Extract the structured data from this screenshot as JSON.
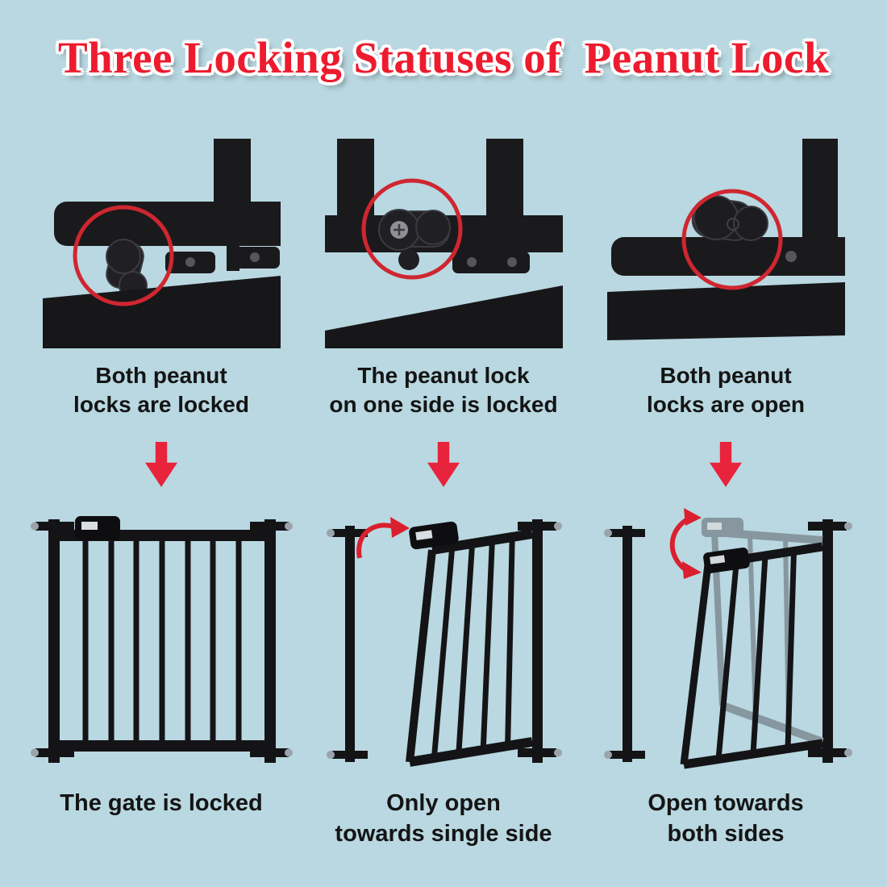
{
  "page": {
    "title": "Three Locking Statuses of  Peanut Lock",
    "background_color": "#b9d8e1",
    "title_color": "#ed1b2e",
    "arrow_color": "#e8233c",
    "highlight_circle_color": "#cf2630"
  },
  "columns": [
    {
      "id": "both-locked",
      "closeup_caption": [
        "Both peanut",
        "locks are locked"
      ],
      "gate_caption": [
        "The gate is locked",
        ""
      ]
    },
    {
      "id": "one-side-locked",
      "closeup_caption": [
        "The peanut lock",
        "on one side is locked"
      ],
      "gate_caption": [
        "Only open",
        "towards single side"
      ]
    },
    {
      "id": "both-open",
      "closeup_caption": [
        "Both peanut",
        "locks are open"
      ],
      "gate_caption": [
        "Open towards",
        "both sides"
      ]
    }
  ]
}
